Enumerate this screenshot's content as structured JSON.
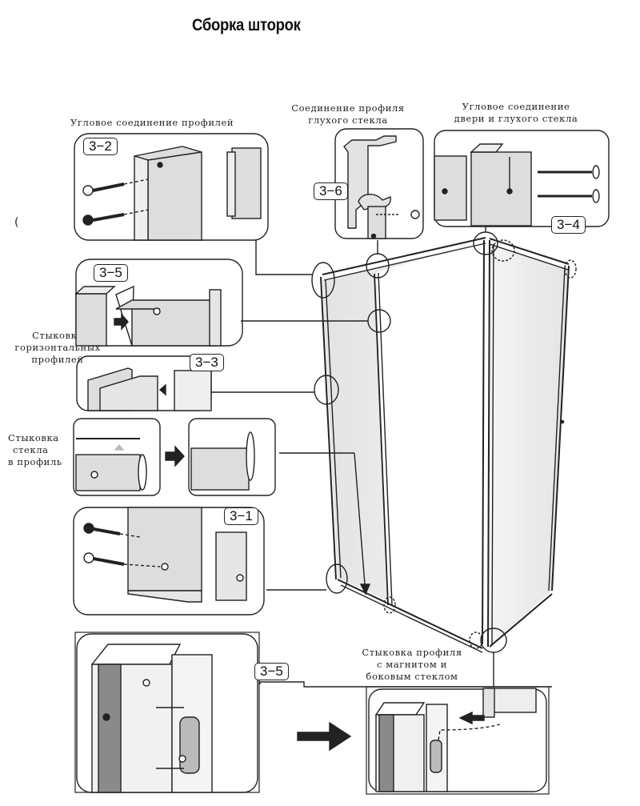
{
  "title": "Сборка шторок",
  "captions": {
    "corner_profiles": "Угловое соединение профилей",
    "fixed_glass_profile": [
      "Соединение профиля",
      "глухого стекла"
    ],
    "door_fixed_corner": [
      "Угловое соединение",
      "двери и глухого стекла"
    ],
    "horizontal_join": [
      "Стыковка",
      "горизонтальных",
      "профилей"
    ],
    "glass_into_profile": [
      "Стыковка",
      "стекла",
      "в профиль"
    ],
    "magnet_profile_join": [
      "Стыковка профиля",
      "с магнитом и",
      "боковым стеклом"
    ]
  },
  "tags": {
    "t32": "3−2",
    "t36": "3−6",
    "t34": "3−4",
    "t35a": "3−5",
    "t33": "3−3",
    "t31": "3−1",
    "t35b": "3−5"
  },
  "stray_mark": "("
}
